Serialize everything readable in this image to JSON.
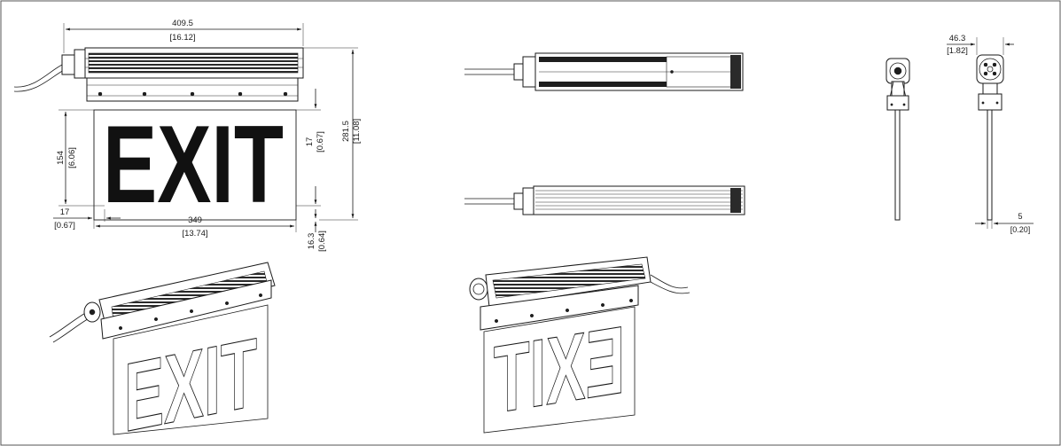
{
  "front_view": {
    "sign_text": "EXIT",
    "overall_width_mm": "409.5",
    "overall_width_in": "[16.12]",
    "letter_height_mm": "154",
    "letter_height_in": "[6.06]",
    "overall_height_mm": "281.5",
    "overall_height_in": "[11.08]",
    "panel_margin_mm": "17",
    "panel_margin_in": "[0.67]",
    "left_margin_mm": "17",
    "left_margin_in": "[0.67]",
    "panel_width_mm": "349",
    "panel_width_in": "[13.74]",
    "panel_thickness_mm": "16.3",
    "panel_thickness_in": "[0.64]"
  },
  "end_view": {
    "housing_width_mm": "46.3",
    "housing_width_in": "[1.82]",
    "panel_edge_mm": "5",
    "panel_edge_in": "[0.20]"
  },
  "iso_views": {
    "left_text": "EXIT",
    "right_text": "EXIT"
  },
  "colors": {
    "line": "#1a1a1a",
    "background": "#ffffff",
    "frame": "#555555"
  }
}
